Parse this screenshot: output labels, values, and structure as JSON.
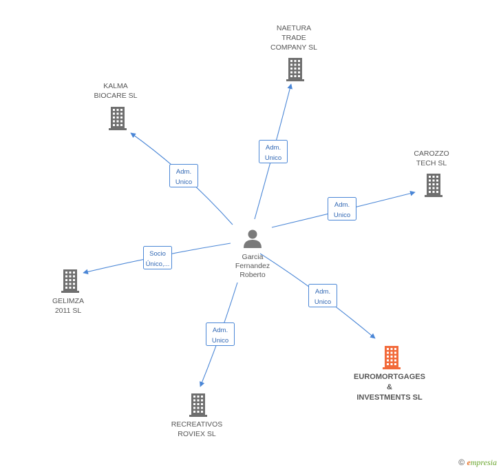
{
  "colors": {
    "edge": "#4a86d6",
    "building": "#6f6f6f",
    "focus_building": "#f26a3a",
    "person": "#7a7a7a"
  },
  "person": {
    "name_lines": [
      "Garcia",
      "Fernandez",
      "Roberto"
    ],
    "icon": "person-icon"
  },
  "companies": [
    {
      "id": "naetura",
      "label_lines": [
        "NAETURA",
        "TRADE",
        "COMPANY SL"
      ],
      "focus": false,
      "edge_label_lines": [
        "Adm.",
        "Unico"
      ]
    },
    {
      "id": "kalma",
      "label_lines": [
        "KALMA",
        "BIOCARE SL"
      ],
      "focus": false,
      "edge_label_lines": [
        "Adm.",
        "Unico"
      ]
    },
    {
      "id": "carozzo",
      "label_lines": [
        "CAROZZO",
        "TECH SL"
      ],
      "focus": false,
      "edge_label_lines": [
        "Adm.",
        "Unico"
      ]
    },
    {
      "id": "gelimza",
      "label_lines": [
        "GELIMZA",
        "2011 SL"
      ],
      "focus": false,
      "edge_label_lines": [
        "Socio",
        "Único,..."
      ]
    },
    {
      "id": "euromortgages",
      "label_lines": [
        "EUROMORTGAGES",
        "&",
        "INVESTMENTS SL"
      ],
      "focus": true,
      "edge_label_lines": [
        "Adm.",
        "Unico"
      ]
    },
    {
      "id": "recreativos",
      "label_lines": [
        "RECREATIVOS",
        "ROVIEX SL"
      ],
      "focus": false,
      "edge_label_lines": [
        "Adm.",
        "Unico"
      ]
    }
  ],
  "footer": {
    "copyright_symbol": "©",
    "brand_initial": "e",
    "brand_rest": "mpresia"
  }
}
